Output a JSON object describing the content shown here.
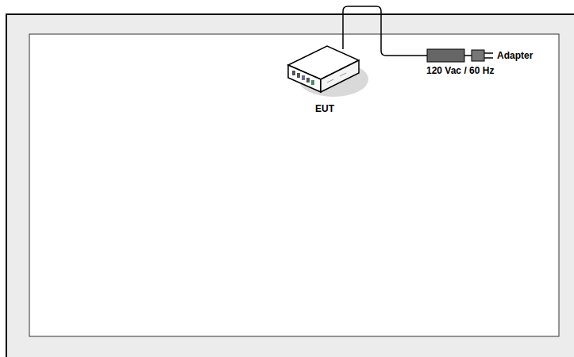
{
  "diagram": {
    "labels": [
      "EUT",
      "Adapter",
      "120 Vac / 60 Hz"
    ]
  }
}
